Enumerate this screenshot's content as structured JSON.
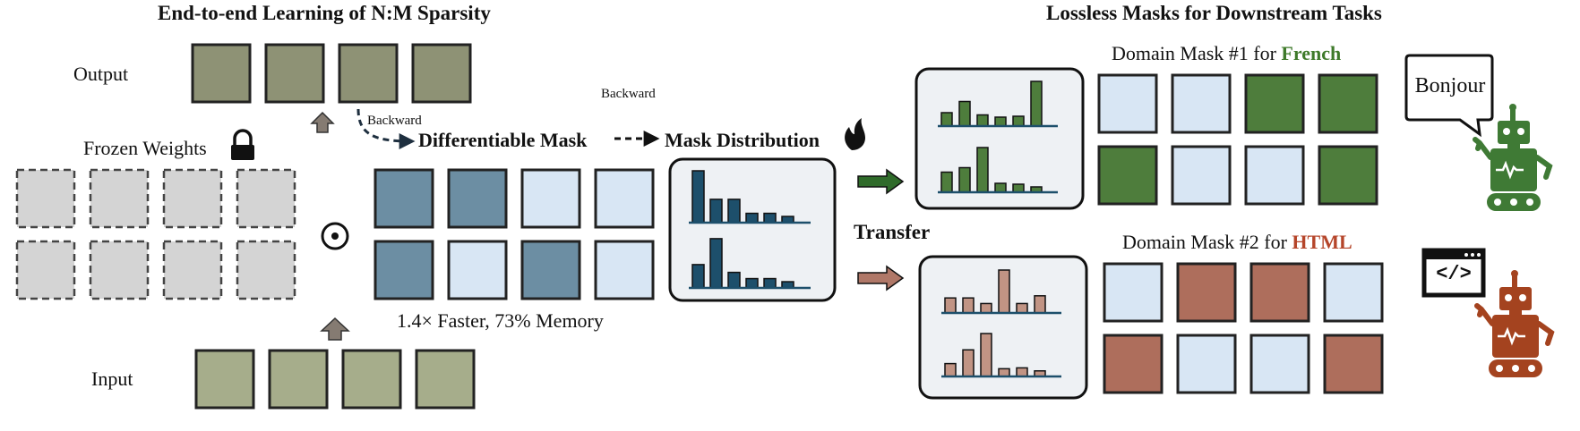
{
  "left": {
    "title": "End-to-end Learning of N:M Sparsity",
    "output_label": "Output",
    "input_label": "Input",
    "frozen_label": "Frozen Weights",
    "backward_1": "Backward",
    "backward_2": "Backward",
    "diff_mask_label": "Differentiable Mask",
    "mask_dist_label": "Mask Distribution",
    "speed_caption": "1.4× Faster, 73% Memory",
    "operator": "⊙",
    "mask_pattern": [
      [
        1,
        1,
        0,
        0
      ],
      [
        1,
        0,
        1,
        0
      ]
    ],
    "dist_bars": [
      [
        1.0,
        0.45,
        0.45,
        0.18,
        0.18,
        0.12
      ],
      [
        0.45,
        0.95,
        0.3,
        0.18,
        0.18,
        0.12
      ]
    ]
  },
  "right": {
    "title": "Lossless Masks for Downstream Tasks",
    "transfer_label": "Transfer",
    "french": {
      "prefix": "Domain Mask #1 for ",
      "name": "French",
      "speech": "Bonjour",
      "pattern": [
        [
          0,
          0,
          1,
          1
        ],
        [
          1,
          0,
          0,
          1
        ]
      ],
      "bars": [
        [
          0.3,
          0.55,
          0.25,
          0.2,
          0.22,
          1.0
        ],
        [
          0.45,
          0.55,
          1.0,
          0.2,
          0.18,
          0.12
        ]
      ]
    },
    "html": {
      "prefix": "Domain Mask #2 for ",
      "name": "HTML",
      "code_symbol": "</>",
      "pattern": [
        [
          0,
          1,
          1,
          0
        ],
        [
          1,
          0,
          0,
          1
        ]
      ],
      "bars": [
        [
          0.35,
          0.35,
          0.22,
          1.0,
          0.22,
          0.4
        ],
        [
          0.3,
          0.62,
          1.0,
          0.18,
          0.2,
          0.13
        ]
      ]
    }
  },
  "colors": {
    "output": "#8e9275",
    "input": "#a6ad8b",
    "frozen": "#d4d4d4",
    "mask_on": "#6c8ea3",
    "mask_off": "#d8e6f4",
    "dist_bar": "#1d4f6b",
    "french": "#4e7d3c",
    "html": "#ae6e5c",
    "html_text": "#b5452a",
    "french_text": "#3e7a2a",
    "robot_green": "#3f7a35",
    "robot_red": "#a4431f"
  }
}
